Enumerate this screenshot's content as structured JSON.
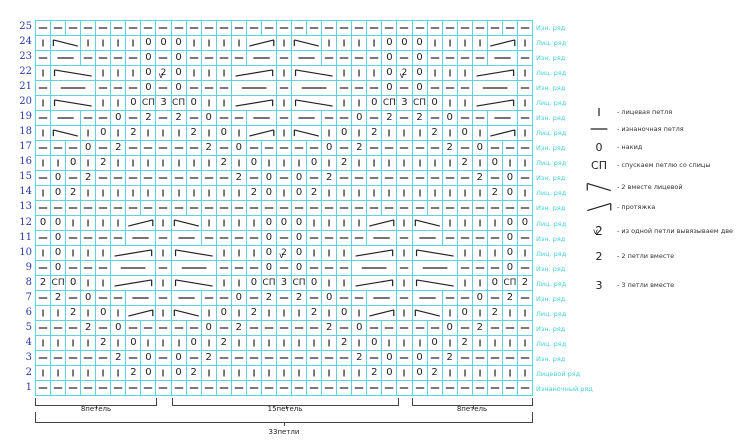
{
  "chart": {
    "rows": {
      "25": [
        "-",
        "-",
        "-",
        "-",
        "-",
        "-",
        "-",
        "-",
        "-",
        "-",
        "-",
        "-",
        "-",
        "-",
        "-",
        "-",
        "-",
        "-",
        "-",
        "-",
        "-",
        "-",
        "-",
        "-",
        "-",
        "-",
        "-",
        "-",
        "-",
        "-",
        "-",
        "-",
        "-"
      ],
      "24": [
        "|",
        "L2",
        "|",
        "|",
        "|",
        "|",
        "0",
        "0",
        "0",
        "|",
        "|",
        "|",
        "|",
        "R2",
        "|",
        "L2",
        "|",
        "|",
        "|",
        "|",
        "0",
        "0",
        "0",
        "|",
        "|",
        "|",
        "|",
        "R2",
        "|"
      ],
      "23": [
        "-",
        "-2",
        "-",
        "-",
        "-",
        "-",
        "0",
        "-",
        "0",
        "-",
        "-",
        "-",
        "-",
        "-2",
        "-",
        "-2",
        "-",
        "-",
        "-",
        "-",
        "0",
        "-",
        "0",
        "-",
        "-",
        "-",
        "-",
        "-2",
        "-"
      ],
      "22": [
        "|",
        "L3",
        "|",
        "|",
        "|",
        "0",
        "V",
        "0",
        "|",
        "|",
        "|",
        "R3",
        "|",
        "L3",
        "|",
        "|",
        "|",
        "0",
        "V",
        "0",
        "|",
        "|",
        "|",
        "R3",
        "|"
      ],
      "21": [
        "-",
        "-3",
        "-",
        "-",
        "-",
        "0",
        "-",
        "0",
        "-",
        "-",
        "-",
        "-3",
        "-",
        "-3",
        "-",
        "-",
        "-",
        "0",
        "-",
        "0",
        "-",
        "-",
        "-",
        "-3",
        "-"
      ],
      "20": [
        "|",
        "L3",
        "|",
        "|",
        "0",
        "СП",
        "3",
        "СП",
        "0",
        "|",
        "|",
        "R3",
        "|",
        "L3",
        "|",
        "|",
        "0",
        "СП",
        "3",
        "СП",
        "0",
        "|",
        "|",
        "R3",
        "|"
      ],
      "19": [
        "-",
        "-2",
        "-",
        "-",
        "0",
        "-",
        "2",
        "-",
        "2",
        "-",
        "0",
        "-",
        "-",
        "-2",
        "-",
        "-2",
        "-",
        "-",
        "0",
        "-",
        "2",
        "-",
        "2",
        "-",
        "0",
        "-",
        "-",
        "-2",
        "-"
      ],
      "18": [
        "|",
        "L2",
        "|",
        "0",
        "|",
        "2",
        "|",
        "|",
        "|",
        "2",
        "|",
        "0",
        "|",
        "R2",
        "|",
        "L2",
        "|",
        "0",
        "|",
        "2",
        "|",
        "|",
        "|",
        "2",
        "|",
        "0",
        "|",
        "R2",
        "|"
      ],
      "17": [
        "-",
        "-",
        "-",
        "0",
        "-",
        "2",
        "-",
        "-",
        "-",
        "-",
        "-",
        "2",
        "-",
        "0",
        "-",
        "-",
        "-",
        "-",
        "-",
        "0",
        "-",
        "2",
        "-",
        "-",
        "-",
        "-",
        "-",
        "2",
        "-",
        "0",
        "-",
        "-",
        "-"
      ],
      "16": [
        "|",
        "|",
        "0",
        "|",
        "2",
        "|",
        "|",
        "|",
        "|",
        "|",
        "|",
        "|",
        "2",
        "|",
        "0",
        "|",
        "|",
        "|",
        "0",
        "|",
        "2",
        "|",
        "|",
        "|",
        "|",
        "|",
        "|",
        "|",
        "2",
        "|",
        "0",
        "|",
        "|"
      ],
      "15": [
        "-",
        "0",
        "-",
        "2",
        "-",
        "-",
        "-",
        "-",
        "-",
        "-",
        "-",
        "-",
        "-",
        "2",
        "-",
        "0",
        "-",
        "0",
        "-",
        "2",
        "-",
        "-",
        "-",
        "-",
        "-",
        "-",
        "-",
        "-",
        "-",
        "2",
        "-",
        "0",
        "-"
      ],
      "14": [
        "|",
        "0",
        "2",
        "|",
        "|",
        "|",
        "|",
        "|",
        "|",
        "|",
        "|",
        "|",
        "|",
        "|",
        "2",
        "0",
        "|",
        "0",
        "2",
        "|",
        "|",
        "|",
        "|",
        "|",
        "|",
        "|",
        "|",
        "|",
        "|",
        "|",
        "2",
        "0",
        "|"
      ],
      "13": [
        "-",
        "-",
        "-",
        "-",
        "-",
        "-",
        "-",
        "-",
        "-",
        "-",
        "-",
        "-",
        "-",
        "-",
        "-",
        "-",
        "-",
        "-",
        "-",
        "-",
        "-",
        "-",
        "-",
        "-",
        "-",
        "-",
        "-",
        "-",
        "-",
        "-",
        "-",
        "-",
        "-"
      ],
      "12": [
        "0",
        "0",
        "|",
        "|",
        "|",
        "|",
        "R2",
        "|",
        "L2",
        "|",
        "|",
        "|",
        "|",
        "0",
        "0",
        "0",
        "|",
        "|",
        "|",
        "|",
        "R2",
        "|",
        "L2",
        "|",
        "|",
        "|",
        "|",
        "0",
        "0"
      ],
      "11": [
        "-",
        "0",
        "-",
        "-",
        "-",
        "-",
        "-2",
        "-",
        "-2",
        "-",
        "-",
        "-",
        "-",
        "0",
        "-",
        "0",
        "-",
        "-",
        "-",
        "-",
        "-2",
        "-",
        "-2",
        "-",
        "-",
        "-",
        "-",
        "0",
        "-"
      ],
      "10": [
        "|",
        "0",
        "|",
        "|",
        "|",
        "R3",
        "|",
        "L3",
        "|",
        "|",
        "|",
        "0",
        "V",
        "0",
        "|",
        "|",
        "|",
        "R3",
        "|",
        "L3",
        "|",
        "|",
        "|",
        "0",
        "|"
      ],
      "9": [
        "-",
        "0",
        "-",
        "-",
        "-",
        "-3",
        "-",
        "-3",
        "-",
        "-",
        "-",
        "0",
        "-",
        "0",
        "-",
        "-",
        "-",
        "-3",
        "-",
        "-3",
        "-",
        "-",
        "-",
        "0",
        "-"
      ],
      "8": [
        "2",
        "СП",
        "0",
        "|",
        "|",
        "R3",
        "|",
        "L3",
        "|",
        "|",
        "0",
        "СП",
        "3",
        "СП",
        "0",
        "|",
        "|",
        "R3",
        "|",
        "L3",
        "|",
        "|",
        "0",
        "СП",
        "2"
      ],
      "7": [
        "-",
        "2",
        "-",
        "0",
        "-",
        "-",
        "-2",
        "-",
        "-2",
        "-",
        "-",
        "0",
        "-",
        "2",
        "-",
        "2",
        "-",
        "0",
        "-",
        "-",
        "-2",
        "-",
        "-2",
        "-",
        "-",
        "0",
        "-",
        "2",
        "-"
      ],
      "6": [
        "|",
        "|",
        "2",
        "|",
        "0",
        "|",
        "R2",
        "|",
        "L2",
        "|",
        "0",
        "|",
        "2",
        "|",
        "|",
        "|",
        "2",
        "|",
        "0",
        "|",
        "R2",
        "|",
        "L2",
        "|",
        "0",
        "|",
        "2",
        "|",
        "|"
      ],
      "5": [
        "-",
        "-",
        "-",
        "2",
        "-",
        "0",
        "-",
        "-",
        "-",
        "-",
        "-",
        "0",
        "-",
        "2",
        "-",
        "-",
        "-",
        "-",
        "-",
        "2",
        "-",
        "0",
        "-",
        "-",
        "-",
        "-",
        "-",
        "0",
        "-",
        "2",
        "-",
        "-",
        "-"
      ],
      "4": [
        "|",
        "|",
        "|",
        "|",
        "2",
        "|",
        "0",
        "|",
        "|",
        "|",
        "0",
        "|",
        "2",
        "|",
        "|",
        "|",
        "|",
        "|",
        "|",
        "|",
        "2",
        "|",
        "0",
        "|",
        "|",
        "|",
        "0",
        "|",
        "2",
        "|",
        "|",
        "|",
        "|"
      ],
      "3": [
        "-",
        "-",
        "-",
        "-",
        "-",
        "2",
        "-",
        "0",
        "-",
        "0",
        "-",
        "2",
        "-",
        "-",
        "-",
        "-",
        "-",
        "-",
        "-",
        "-",
        "-",
        "2",
        "-",
        "0",
        "-",
        "0",
        "-",
        "2",
        "-",
        "-",
        "-",
        "-",
        "-"
      ],
      "2": [
        "|",
        "|",
        "|",
        "|",
        "|",
        "|",
        "2",
        "0",
        "|",
        "0",
        "2",
        "|",
        "|",
        "|",
        "|",
        "|",
        "|",
        "|",
        "|",
        "|",
        "|",
        "|",
        "2",
        "0",
        "|",
        "0",
        "2",
        "|",
        "|",
        "|",
        "|",
        "|",
        "|"
      ],
      "1": [
        "-",
        "-",
        "-",
        "-",
        "-",
        "-",
        "-",
        "-",
        "-",
        "-",
        "-",
        "-",
        "-",
        "-",
        "-",
        "-",
        "-",
        "-",
        "-",
        "-",
        "-",
        "-",
        "-",
        "-",
        "-",
        "-",
        "-",
        "-",
        "-",
        "-",
        "-",
        "-",
        "-"
      ]
    },
    "row_numbers": [
      "25",
      "24",
      "23",
      "22",
      "21",
      "20",
      "19",
      "18",
      "17",
      "16",
      "15",
      "14",
      "13",
      "12",
      "11",
      "10",
      "9",
      "8",
      "7",
      "6",
      "5",
      "4",
      "3",
      "2",
      "1"
    ],
    "row_labels": [
      "Изн. ряд",
      "Лиц. ряд",
      "Изн. ряд",
      "Лиц. ряд",
      "Изн. ряд",
      "Лиц. ряд",
      "Изн. ряд",
      "Лиц. ряд",
      "Изн. ряд",
      "Лиц. ряд",
      "Изн. ряд",
      "Лиц. ряд",
      "Изн. ряд",
      "Лиц. ряд",
      "Изн. ряд",
      "Лиц. ряд",
      "Изн. ряд",
      "Лиц. ряд",
      "Изн. ряд",
      "Лиц. ряд",
      "Изн. ряд",
      "Лиц. ряд",
      "Изн. ряд",
      "Лицевой ряд",
      "Изнаночный ряд"
    ]
  },
  "legend": [
    {
      "symbol": "|",
      "label": "- лицевая петля"
    },
    {
      "symbol": "-",
      "label": "- изнаночная петля"
    },
    {
      "symbol": "0",
      "label": "- накид"
    },
    {
      "symbol": "СП",
      "label": "- спускаем петлю со спицы"
    },
    {
      "symbol": "L",
      "label": "- 2 вместе лицевой"
    },
    {
      "symbol": "R",
      "label": "- протяжка"
    },
    {
      "symbol": "V",
      "label": "- из одной петли вывязываем две"
    },
    {
      "symbol": "2",
      "label": "- 2 петли вместе"
    },
    {
      "symbol": "3",
      "label": "- 3 петли вместе"
    }
  ],
  "braces": {
    "left": "8петель",
    "middle": "15петель",
    "right": "8петель",
    "total": "33петли"
  },
  "colors": {
    "grid": "#5fd3e0",
    "row_number": "#2a3aa8",
    "row_label": "#44d0d8",
    "symbol": "#222222"
  }
}
